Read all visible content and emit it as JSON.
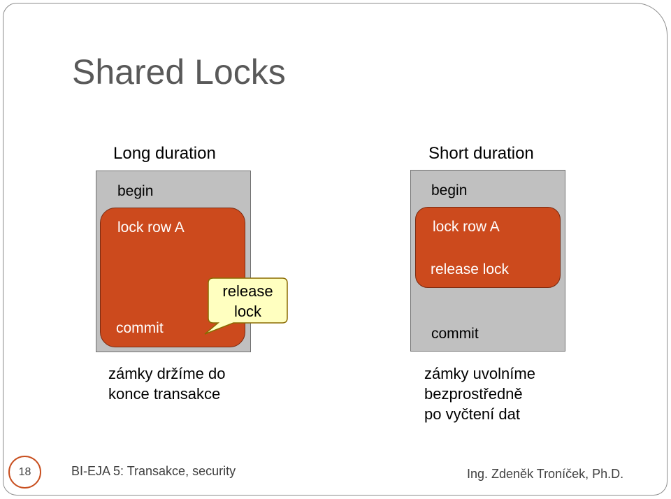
{
  "title": "Shared Locks",
  "long": {
    "heading": "Long duration",
    "begin": "begin",
    "lock": "lock row A",
    "commit": "commit",
    "callout_line1": "release",
    "callout_line2": "lock",
    "caption_line1": "zámky držíme do",
    "caption_line2": "konce transakce"
  },
  "short": {
    "heading": "Short duration",
    "begin": "begin",
    "lock": "lock row A",
    "release": "release lock",
    "commit": "commit",
    "caption_line1": "zámky uvolníme",
    "caption_line2": "bezprostředně",
    "caption_line3": "po vyčtení dat"
  },
  "footer": {
    "page_number": "18",
    "course": "BI-EJA 5: Transakce, security",
    "author": "Ing. Zdeněk Troníček, Ph.D."
  },
  "colors": {
    "lock_fill": "#cc4a1d",
    "box_gray": "#c0c0c0",
    "callout_fill": "#ffffc0",
    "accent": "#c84f1f"
  }
}
